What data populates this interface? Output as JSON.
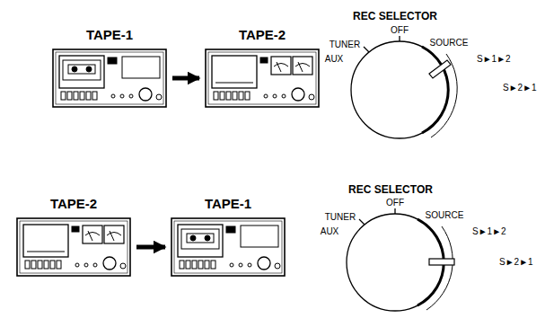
{
  "diagram": {
    "nodes": [
      {
        "text": [
          "TAPE-1"
        ]
      },
      {
        "text": [
          "TAPE-2"
        ]
      },
      {
        "text": [
          "TAPE-2"
        ]
      },
      {
        "text": [
          "TAPE-1"
        ]
      }
    ],
    "edges": [
      {
        "from": 0,
        "to": 1,
        "arrow": "to"
      },
      {
        "from": 2,
        "to": 3,
        "arrow": "to"
      }
    ],
    "labels": [
      "REC SELECTOR",
      "TUNER",
      "AUX",
      "OFF",
      "SOURCE",
      "S►1►2",
      "S►2►1",
      "REC SELECTOR",
      "TUNER",
      "AUX",
      "OFF",
      "SOURCE",
      "S►1►2",
      "S►2►1"
    ]
  }
}
